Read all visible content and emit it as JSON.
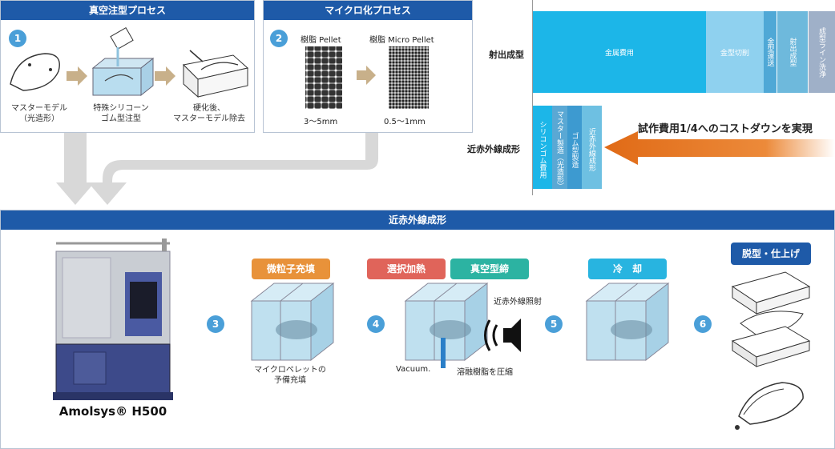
{
  "panel_vacuum": {
    "title": "真空注型プロセス",
    "step": "1",
    "captions": [
      "マスターモデル\n（光造形）",
      "特殊シリコーン\nゴム型注型",
      "硬化後、\nマスターモデル除去"
    ]
  },
  "panel_micro": {
    "title": "マイクロ化プロセス",
    "step": "2",
    "label_left": "樹脂 Pellet",
    "label_right": "樹脂 Micro Pellet",
    "size_left": "3～5mm",
    "size_right": "0.5～1mm"
  },
  "cost_chart": {
    "row1_label": "射出成型",
    "row2_label": "近赤外線成形",
    "row1_segments": [
      "金属費用",
      "金型切削",
      "金型運送",
      "射出成型",
      "成型ライン洗浄"
    ],
    "row2_segments": [
      "シリコンゴム費用",
      "マスター製造（光造形）",
      "ゴム型製造",
      "近赤外線成形"
    ],
    "callout": "試作費用1/4へのコストダウンを実現"
  },
  "bottom_panel": {
    "title": "近赤外線成形",
    "machine_name": "Amolsys® H500"
  },
  "steps": [
    {
      "num": "3",
      "tags": [
        "微粒子充填"
      ],
      "caption": "マイクロペレットの\n予備充填"
    },
    {
      "num": "4",
      "tags": [
        "選択加熱",
        "真空型締"
      ],
      "ir_label": "近赤外線照射",
      "vacuum_label": "Vacuum.",
      "press_label": "溶融樹脂を圧縮"
    },
    {
      "num": "5",
      "tags": [
        "冷　却"
      ]
    },
    {
      "num": "6",
      "tags": [
        "脱型・仕上げ"
      ]
    }
  ],
  "colors": {
    "header": "#1e5aa8",
    "step_num": "#4a9fd8",
    "tag_orange": "#e8923a",
    "tag_red": "#e0645a",
    "tag_teal": "#2cb3a2",
    "tag_cyan": "#28b4e0",
    "tag_navy": "#1e5aa8",
    "arrow": "#e06a16"
  }
}
